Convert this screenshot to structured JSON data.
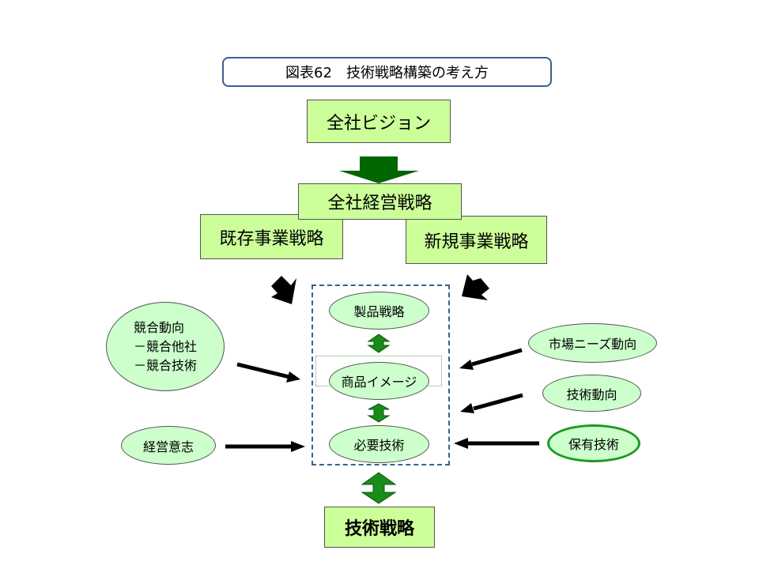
{
  "title": "図表62　技術戦略構築の考え方",
  "top": {
    "vision": "全社ビジョン",
    "management_strategy": "全社経営戦略",
    "existing_business": "既存事業戦略",
    "new_business": "新規事業戦略"
  },
  "center": {
    "product_strategy": "製品戦略",
    "product_image": "商品イメージ",
    "required_tech": "必要技術"
  },
  "left": {
    "competition": [
      "競合動向",
      "－競合他社",
      "－競合技術"
    ],
    "management_will": "経営意志"
  },
  "right": {
    "market_needs": "市場ニーズ動向",
    "tech_trend": "技術動向",
    "owned_tech": "保有技術"
  },
  "bottom": {
    "tech_strategy": "技術戦略"
  },
  "colors": {
    "box_fill": "#ccff99",
    "oval_fill": "#ccffcc",
    "arrow_green": "#1a8a1a",
    "dark_green": "#006600",
    "frame_blue": "#3a5f8f"
  }
}
